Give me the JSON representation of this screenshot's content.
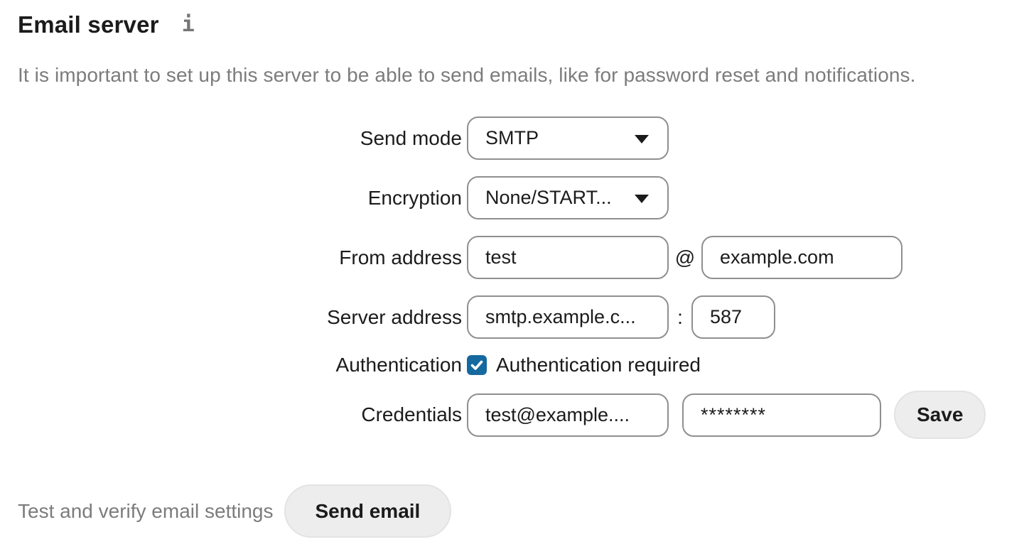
{
  "page": {
    "title": "Email server",
    "info_icon": "i",
    "description": "It is important to set up this server to be able to send emails, like for password reset and notifications."
  },
  "form": {
    "send_mode": {
      "label": "Send mode",
      "value": "SMTP"
    },
    "encryption": {
      "label": "Encryption",
      "value": "None/START..."
    },
    "from_address": {
      "label": "From address",
      "local_part": "test",
      "separator": "@",
      "domain": "example.com"
    },
    "server_address": {
      "label": "Server address",
      "host": "smtp.example.c...",
      "separator": ":",
      "port": "587"
    },
    "authentication": {
      "label": "Authentication",
      "checkbox_label": "Authentication required",
      "checked": true
    },
    "credentials": {
      "label": "Credentials",
      "username": "test@example....",
      "password_masked": "********",
      "save_label": "Save"
    }
  },
  "test_section": {
    "label": "Test and verify email settings",
    "button_label": "Send email"
  },
  "colors": {
    "checkbox_blue": "#15699f",
    "input_border": "#8f8f8f",
    "button_background": "#ededed",
    "text_dark": "#1b1b1b",
    "text_muted": "#7c7c7c"
  }
}
